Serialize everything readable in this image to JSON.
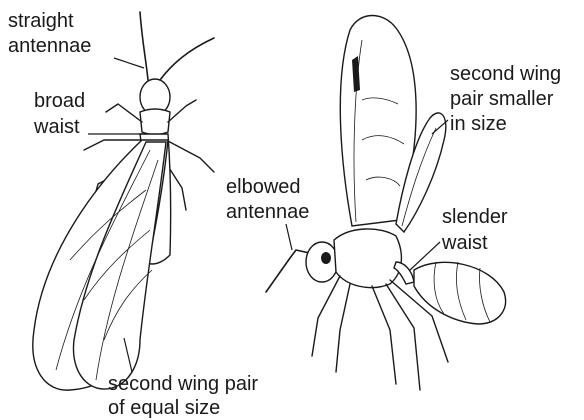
{
  "figure": {
    "labels": {
      "straight_antennae": [
        "straight",
        "antennae"
      ],
      "broad_waist": [
        "broad",
        "waist"
      ],
      "second_wing_equal": [
        "second wing pair",
        "of equal size"
      ],
      "elbowed_antennae": [
        "elbowed",
        "antennae"
      ],
      "second_wing_smaller": [
        "second wing",
        "pair smaller",
        "in size"
      ],
      "slender_waist": [
        "slender",
        "waist"
      ]
    }
  }
}
